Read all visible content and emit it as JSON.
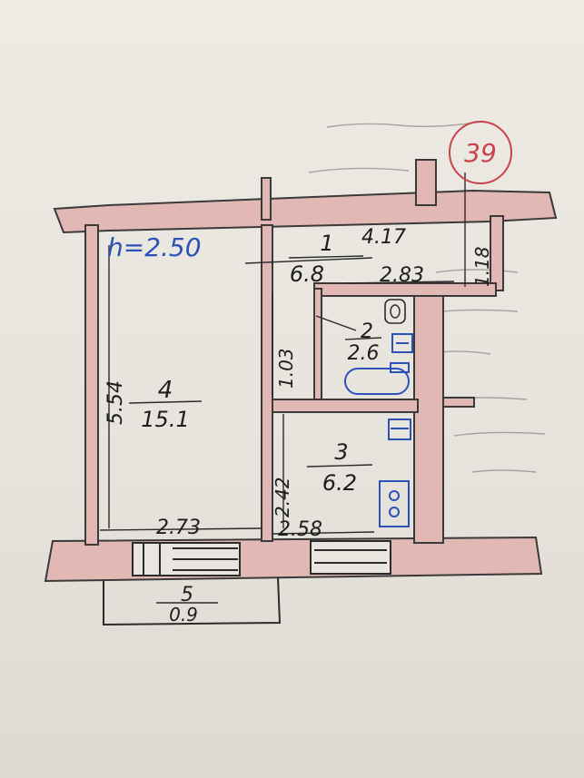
{
  "plan": {
    "ceiling_height_label": "h=2.50",
    "stamp_number": "39",
    "rooms": [
      {
        "number": "1",
        "area": "6.8"
      },
      {
        "number": "2",
        "area": "2.6"
      },
      {
        "number": "3",
        "area": "6.2"
      },
      {
        "number": "4",
        "area": "15.1"
      },
      {
        "number": "5",
        "area": "0.9"
      }
    ],
    "dimensions": {
      "corridor_length": "4.17",
      "corridor_inner": "2.83",
      "side_niche": "1.18",
      "bath_depth": "1.03",
      "living_height": "5.54",
      "living_width": "2.73",
      "kitchen_height": "2.42",
      "kitchen_width": "2.58"
    },
    "colors": {
      "wall_fill": "#e2b8b4",
      "ink": "#2b2b2b",
      "fixture_blue": "#2c52b8",
      "stamp_red": "#c9434a"
    },
    "icons": [
      "toilet-icon",
      "sink-icon",
      "bathtub-icon",
      "stove-icon"
    ]
  }
}
